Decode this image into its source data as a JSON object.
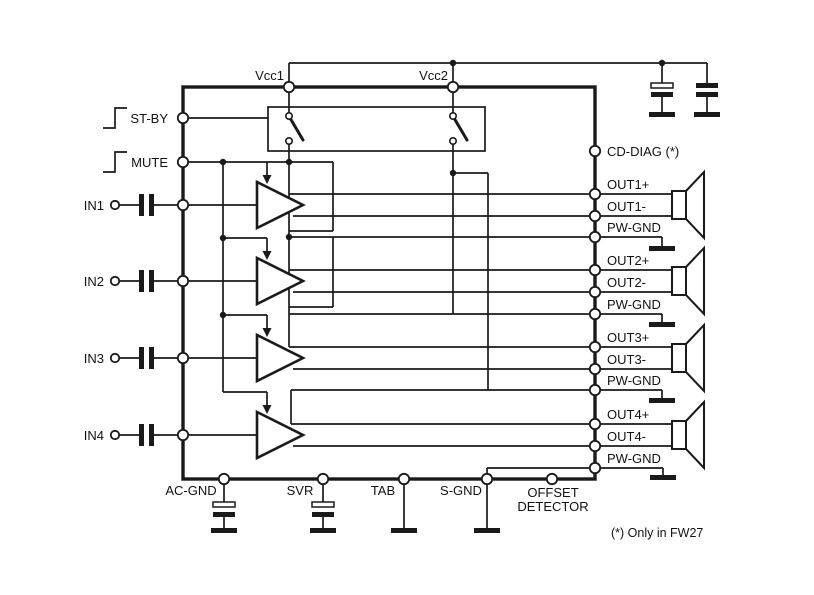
{
  "diagram": {
    "supply": {
      "vcc1": "Vcc1",
      "vcc2": "Vcc2"
    },
    "control_pins": {
      "stby": "ST-BY",
      "mute": "MUTE"
    },
    "inputs": [
      "IN1",
      "IN2",
      "IN3",
      "IN4"
    ],
    "cd_diag": "CD-DIAG (*)",
    "channels": [
      {
        "out_p": "OUT1+",
        "out_n": "OUT1-",
        "gnd": "PW-GND"
      },
      {
        "out_p": "OUT2+",
        "out_n": "OUT2-",
        "gnd": "PW-GND"
      },
      {
        "out_p": "OUT3+",
        "out_n": "OUT3-",
        "gnd": "PW-GND"
      },
      {
        "out_p": "OUT4+",
        "out_n": "OUT4-",
        "gnd": "PW-GND"
      }
    ],
    "bottom_pins": [
      "AC-GND",
      "SVR",
      "TAB",
      "S-GND"
    ],
    "offset_detector": {
      "line1": "OFFSET",
      "line2": "DETECTOR"
    },
    "note": "(*) Only in FW27",
    "colors": {
      "line": "#1a1a1a",
      "background": "#ffffff"
    }
  }
}
